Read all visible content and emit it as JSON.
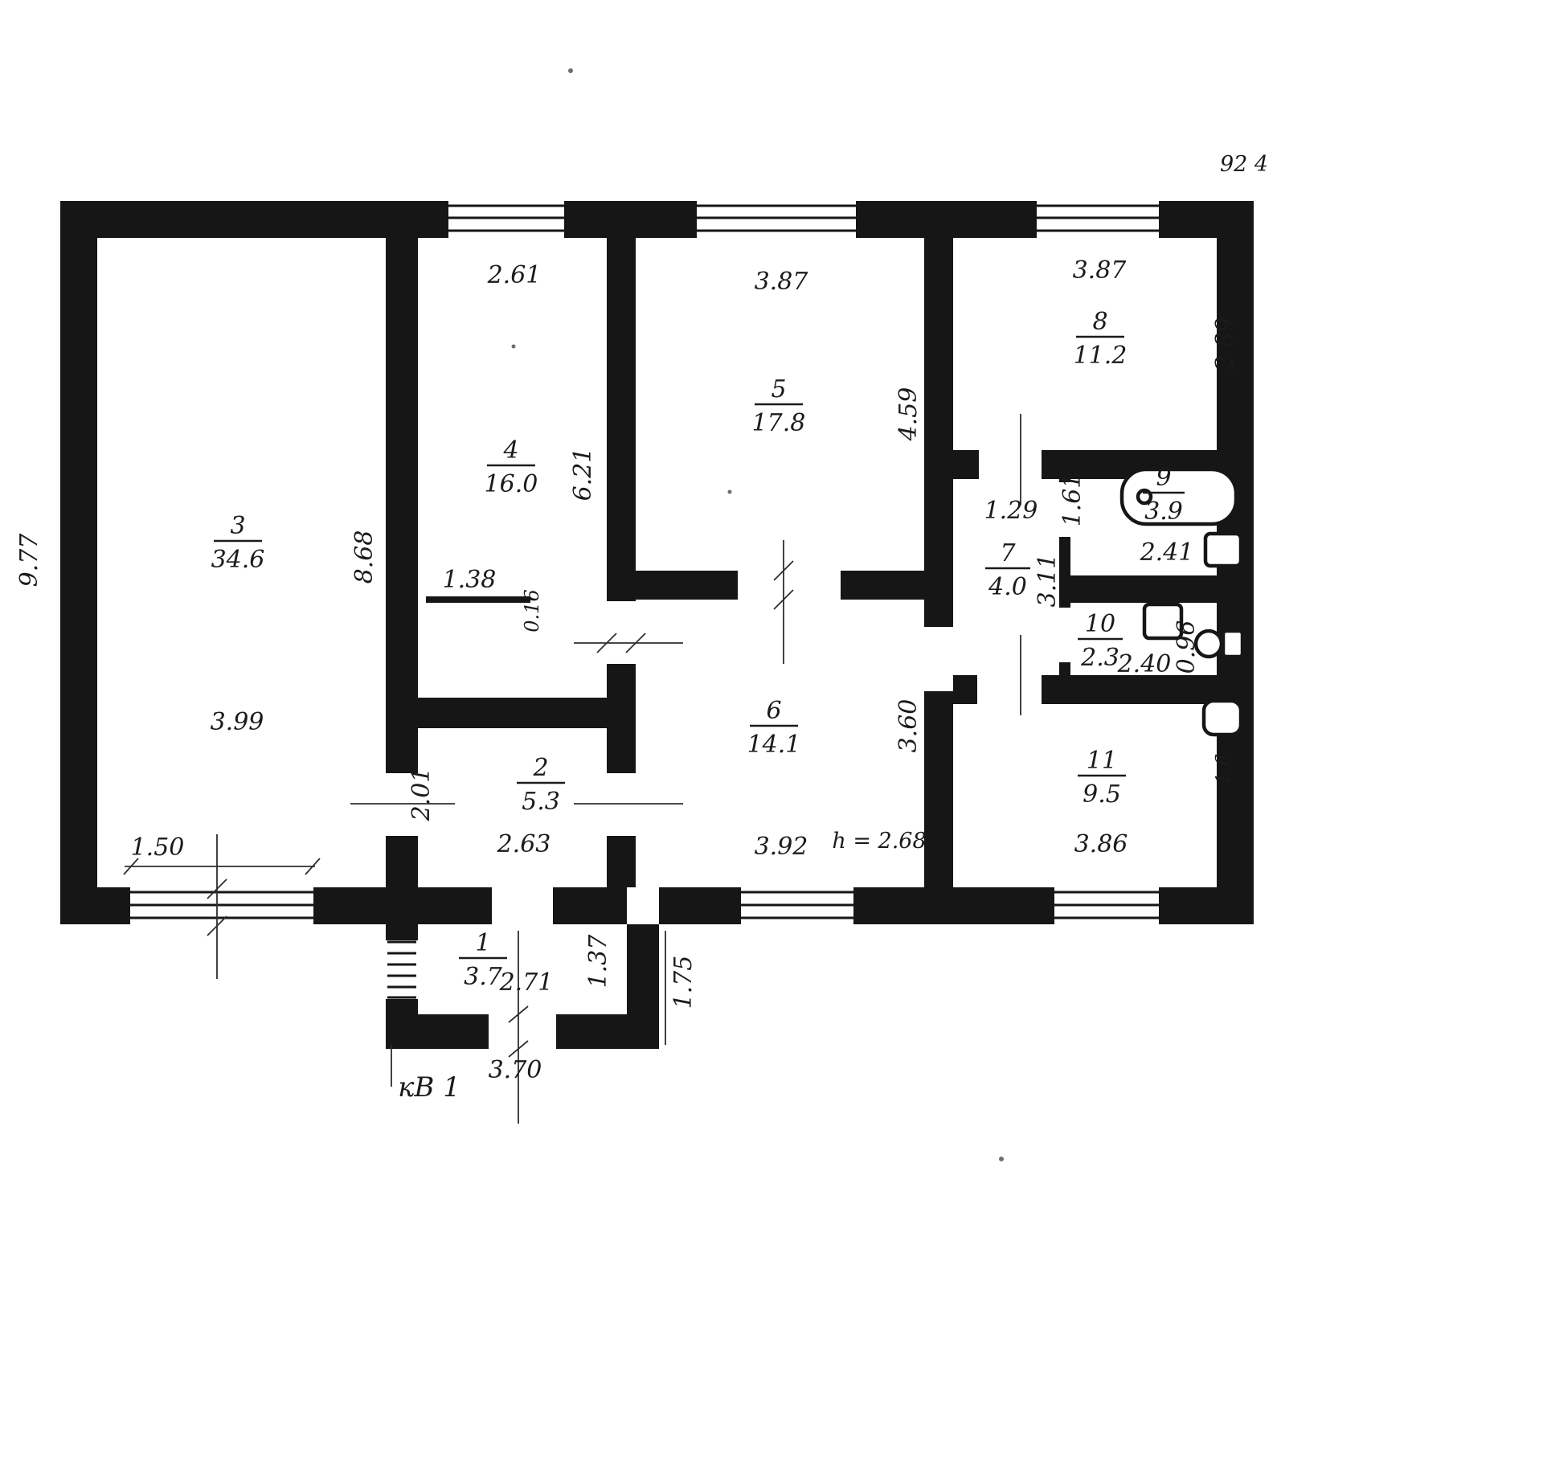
{
  "sheet": {
    "corner_note": "92 4",
    "apartment_label": "кВ 1",
    "ceiling_height_note": "h = 2.68",
    "left_edge_dim": "9.77",
    "right_edge_dim": "1.6"
  },
  "rooms": [
    {
      "number": "1",
      "area": "3.7"
    },
    {
      "number": "2",
      "area": "5.3"
    },
    {
      "number": "3",
      "area": "34.6"
    },
    {
      "number": "4",
      "area": "16.0"
    },
    {
      "number": "5",
      "area": "17.8"
    },
    {
      "number": "6",
      "area": "14.1"
    },
    {
      "number": "7",
      "area": "4.0"
    },
    {
      "number": "8",
      "area": "11.2"
    },
    {
      "number": "9",
      "area": "3.9"
    },
    {
      "number": "10",
      "area": "2.3"
    },
    {
      "number": "11",
      "area": "9.5"
    }
  ],
  "dims": {
    "room4_top": "2.61",
    "room5_top": "3.87",
    "room8_top": "3.87",
    "room8_right": "2.89",
    "room5_right": "4.59",
    "room4_right": "6.21",
    "room3_right": "8.68",
    "room3_width": "3.99",
    "room3_window": "1.50",
    "hall7_width": "1.29",
    "bath9_left": "1.61",
    "bath9_width": "2.41",
    "hall7_height": "3.11",
    "partition_len": "1.38",
    "partition_thk": "0.16",
    "wc10_width": "2.40",
    "wc10_height": "0.96",
    "room6_right": "3.60",
    "room2_left": "2.01",
    "room2_bottom": "2.63",
    "room6_bottom": "3.92",
    "room11_bottom": "3.86",
    "hall1_right": "1.37",
    "hall1_width": "2.71",
    "porch_side": "1.75",
    "entry_bottom": "3.70"
  }
}
